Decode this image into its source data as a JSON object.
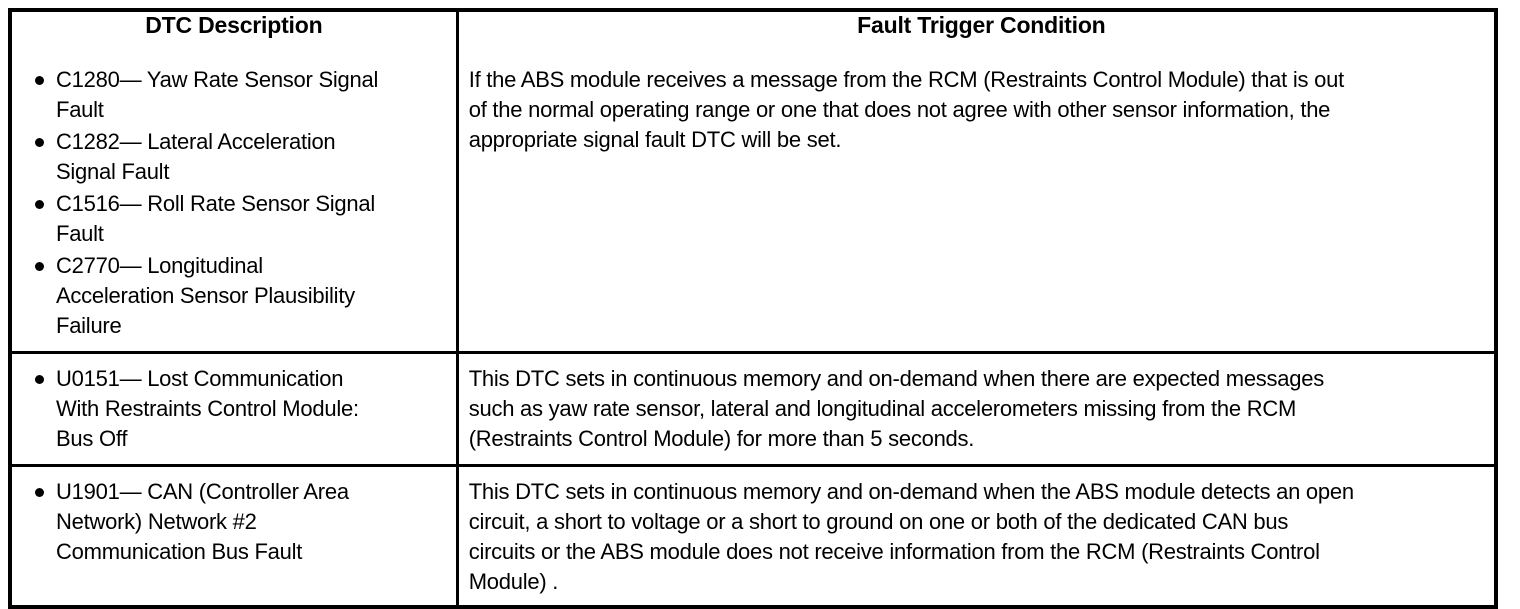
{
  "table": {
    "headers": {
      "dtc_description": "DTC Description",
      "fault_trigger_condition": "Fault Trigger Condition"
    },
    "rows": [
      {
        "dtc_items": [
          "C1280— Yaw Rate Sensor Signal\nFault",
          "C1282— Lateral Acceleration\nSignal Fault",
          "C1516— Roll Rate Sensor Signal\nFault",
          "C2770— Longitudinal\nAcceleration Sensor Plausibility\nFailure"
        ],
        "condition": "If the ABS module receives a message from the RCM (Restraints Control Module) that is out\nof the normal operating range or one that does not agree with other sensor information, the\nappropriate signal fault DTC will be set."
      },
      {
        "dtc_items": [
          "U0151— Lost Communication\nWith Restraints Control Module:\nBus Off"
        ],
        "condition": "This DTC sets in continuous memory and on-demand when there are expected messages\nsuch as yaw rate sensor, lateral and longitudinal accelerometers missing from the RCM\n(Restraints Control Module) for more than 5 seconds."
      },
      {
        "dtc_items": [
          "U1901— CAN (Controller Area\nNetwork) Network #2\nCommunication Bus Fault"
        ],
        "condition": "This DTC sets in continuous memory and on-demand when the ABS module detects an open\ncircuit, a short to voltage or a short to ground on one or both of the dedicated CAN bus\ncircuits or the ABS module does not receive information from the RCM (Restraints Control\nModule) ."
      }
    ]
  },
  "colors": {
    "border": "#000000",
    "text": "#000000",
    "background": "#ffffff"
  }
}
